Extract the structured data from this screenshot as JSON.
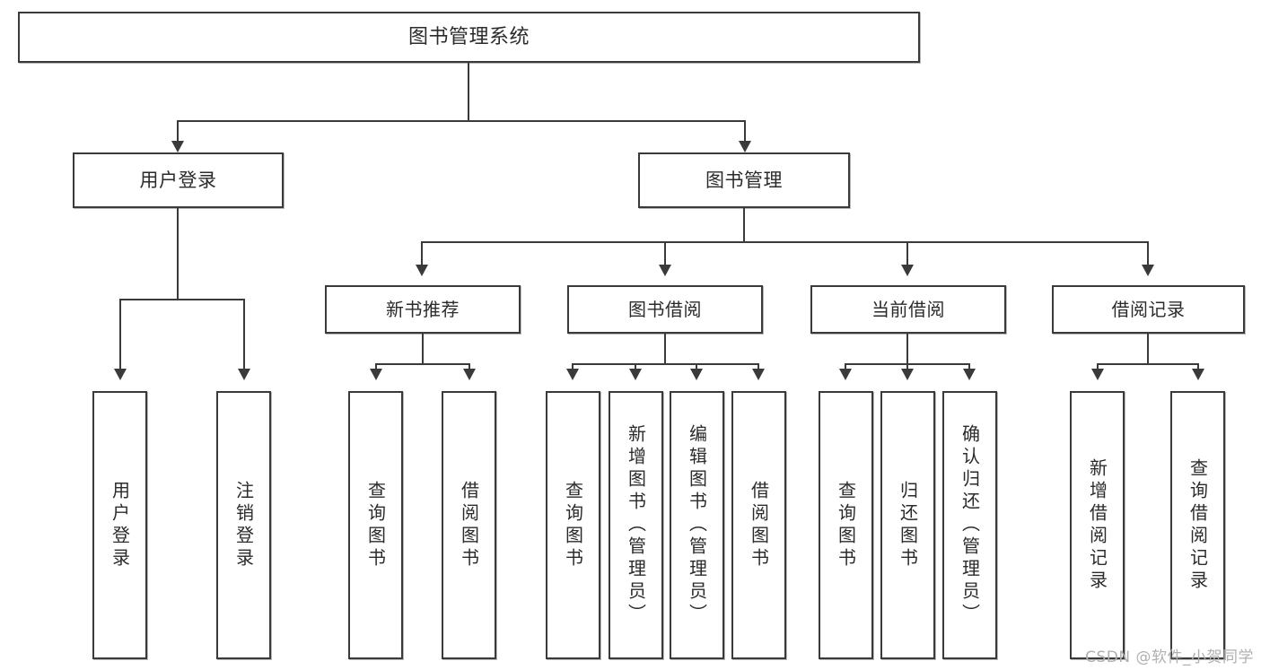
{
  "diagram": {
    "type": "tree",
    "title": "图书管理系统",
    "watermark": "CSDN @软件_小贺同学",
    "colors": {
      "box_border": "#3a3a3a",
      "box_fill": "#ffffff",
      "text": "#2b2b2b",
      "connector": "#3a3a3a",
      "watermark": "#b0b0b0"
    },
    "root": {
      "label": "图书管理系统"
    },
    "level1": [
      {
        "label": "用户登录"
      },
      {
        "label": "图书管理"
      }
    ],
    "level2": [
      {
        "label": "新书推荐"
      },
      {
        "label": "图书借阅"
      },
      {
        "label": "当前借阅"
      },
      {
        "label": "借阅记录"
      }
    ],
    "leaves": {
      "user_login": [
        {
          "label": "用户登录"
        },
        {
          "label": "注销登录"
        }
      ],
      "new_book_recommend": [
        {
          "label": "查询图书"
        },
        {
          "label": "借阅图书"
        }
      ],
      "book_borrow": [
        {
          "label": "查询图书"
        },
        {
          "label": "新增图书（管理员）"
        },
        {
          "label": "编辑图书（管理员）"
        },
        {
          "label": "借阅图书"
        }
      ],
      "current_borrow": [
        {
          "label": "查询图书"
        },
        {
          "label": "归还图书"
        },
        {
          "label": "确认归还（管理员）"
        }
      ],
      "borrow_record": [
        {
          "label": "新增借阅记录"
        },
        {
          "label": "查询借阅记录"
        }
      ]
    }
  }
}
